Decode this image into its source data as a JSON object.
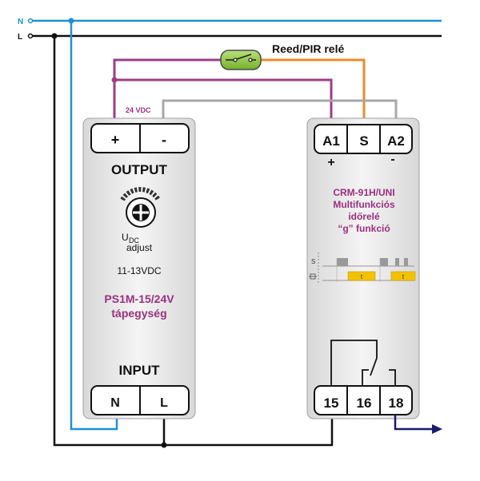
{
  "mains": {
    "neutral_label": "N",
    "line_label": "L",
    "neutral_color": "#1e8fd6",
    "line_color": "#111111"
  },
  "switch": {
    "label": "Reed/PIR relé",
    "fill_color": "#8cc63f"
  },
  "psu": {
    "voltage_label": "24 VDC",
    "out_plus": "+",
    "out_minus": "-",
    "output_title": "OUTPUT",
    "adjust_main": "U",
    "adjust_sub": "DC",
    "adjust_word": "adjust",
    "range": "11-13VDC",
    "model": "PS1M-15/24V",
    "type": "tápegység",
    "input_title": "INPUT",
    "in_n": "N",
    "in_l": "L",
    "text_color": "#9b2f7f"
  },
  "relay": {
    "term_a1": "A1",
    "term_s": "S",
    "term_a2": "A2",
    "plus_mark": "+",
    "minus_mark": "-",
    "model": "CRM-91H/UNI",
    "line2": "Multifunkciós",
    "line3": "időrelé",
    "line4": "“g” funkció",
    "timing_s": "S",
    "timing_t1": "t",
    "timing_t2": "t",
    "term_15": "15",
    "term_16": "16",
    "term_18": "18",
    "text_color": "#9b2f7f"
  },
  "wires": {
    "purple": "#9b3d8a",
    "orange": "#ec8b2b",
    "gray": "#a8a8a8",
    "output_arrow": "#1a1a6e"
  }
}
